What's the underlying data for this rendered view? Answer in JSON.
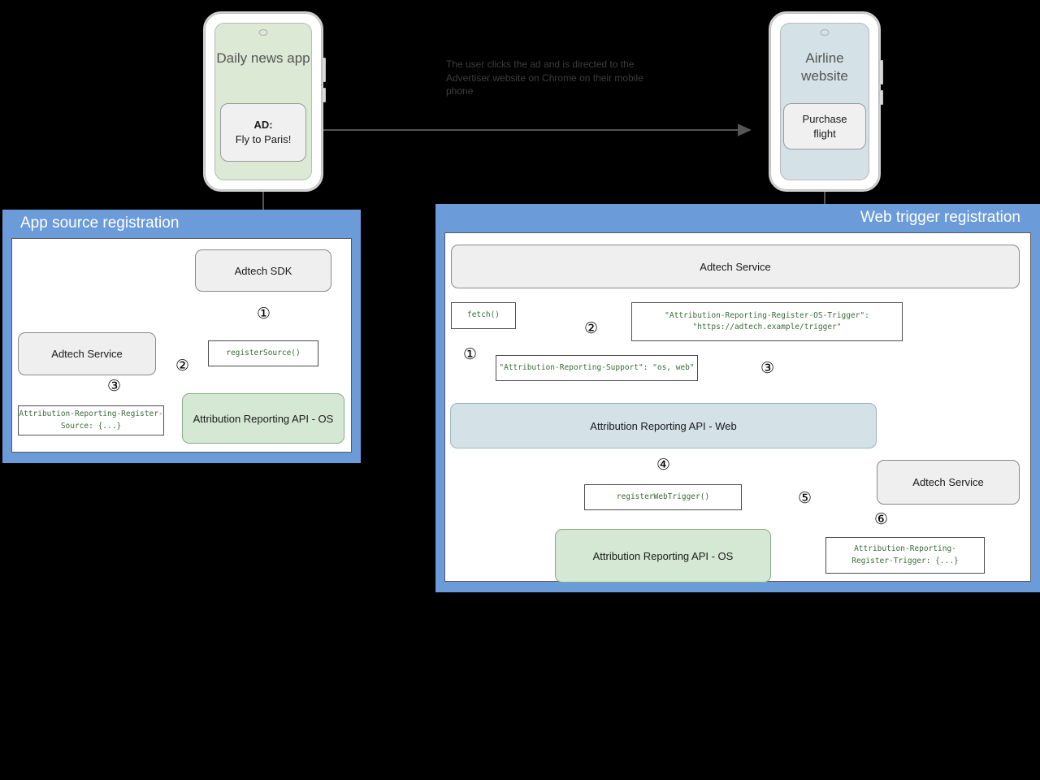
{
  "diagram": {
    "title_left_panel": "App source registration",
    "title_right_panel": "Web trigger registration",
    "caption": "The user clicks the ad and is directed to the Advertiser website on Chrome on their mobile phone"
  },
  "phones": {
    "left": {
      "title": "Daily news app",
      "ad_line1": "AD:",
      "ad_line2": "Fly to Paris!"
    },
    "right": {
      "title": "Airline website",
      "cta_line1": "Purchase",
      "cta_line2": "flight"
    }
  },
  "left_panel": {
    "nodes": {
      "sdk": "Adtech SDK",
      "adtech_service": "Adtech Service",
      "api_os": "Attribution Reporting API - OS"
    },
    "codes": {
      "register_source": "registerSource()",
      "register_source_header": "Attribution-Reporting-Register-\nSource: {...}"
    },
    "steps": [
      "①",
      "②",
      "③"
    ]
  },
  "right_panel": {
    "nodes": {
      "adtech_service_top": "Adtech Service",
      "api_web": "Attribution Reporting API - Web",
      "api_os": "Attribution Reporting API - OS",
      "adtech_service_right": "Adtech Service"
    },
    "codes": {
      "fetch": "fetch()",
      "support_header": "\"Attribution-Reporting-Support\": \"os, web\"",
      "os_trigger_header": "\"Attribution-Reporting-Register-OS-Trigger\":\n\"https://adtech.example/trigger\"",
      "register_web_trigger": "registerWebTrigger()",
      "register_trigger_header": "Attribution-Reporting-\nRegister-Trigger: {...}"
    },
    "steps": [
      "①",
      "②",
      "③",
      "④",
      "⑤",
      "⑥"
    ]
  },
  "colors": {
    "panel_blue": "#6c9bd9",
    "node_grey": "#efefef",
    "node_green": "#d5e8d4",
    "node_blue": "#d4e1e6",
    "code_text_green": "#3b6b3b",
    "arrow_grey": "#555555"
  }
}
